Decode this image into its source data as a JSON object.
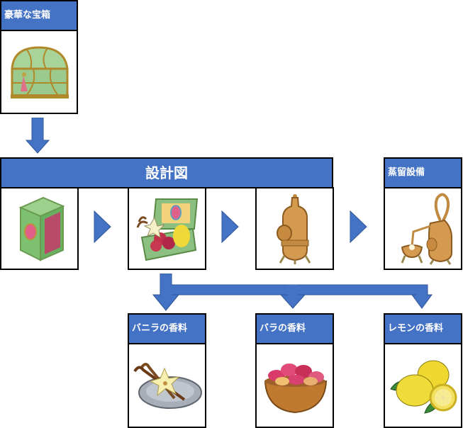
{
  "source_item": {
    "label": "豪華な宝箱",
    "icon": "treasure-chest-icon"
  },
  "blueprint": {
    "title": "設計図",
    "steps": [
      {
        "icon": "green-blueprint-box-icon"
      },
      {
        "icon": "fragrance-ingredients-box-icon"
      },
      {
        "icon": "copper-still-icon"
      }
    ]
  },
  "result": {
    "label": "蒸留設備",
    "icon": "distillation-apparatus-icon"
  },
  "outputs": [
    {
      "label": "バニラの香料",
      "icon": "vanilla-icon"
    },
    {
      "label": "バラの香料",
      "icon": "rose-petals-icon"
    },
    {
      "label": "レモンの香料",
      "icon": "lemon-icon"
    }
  ],
  "colors": {
    "accent": "#4472c4",
    "border": "#000000",
    "text_on_accent": "#ffffff"
  }
}
